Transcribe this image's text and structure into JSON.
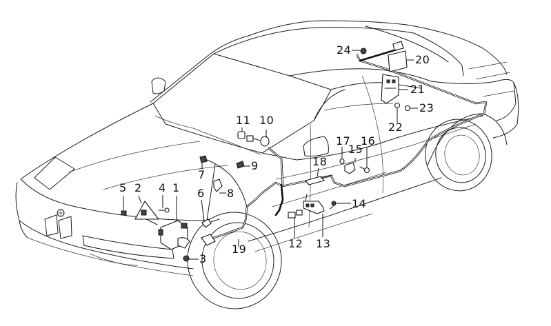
{
  "diagram": {
    "subject": "Car body exploded parts view with wiring harness",
    "ink_color": "#111111",
    "background": "#ffffff",
    "callouts": [
      {
        "id": "1",
        "label": "1"
      },
      {
        "id": "2",
        "label": "2"
      },
      {
        "id": "3",
        "label": "3"
      },
      {
        "id": "4",
        "label": "4"
      },
      {
        "id": "5",
        "label": "5"
      },
      {
        "id": "6",
        "label": "6"
      },
      {
        "id": "7",
        "label": "7"
      },
      {
        "id": "8",
        "label": "8"
      },
      {
        "id": "9",
        "label": "9"
      },
      {
        "id": "10",
        "label": "10"
      },
      {
        "id": "11",
        "label": "11"
      },
      {
        "id": "12",
        "label": "12"
      },
      {
        "id": "13",
        "label": "13"
      },
      {
        "id": "14",
        "label": "14"
      },
      {
        "id": "15",
        "label": "15"
      },
      {
        "id": "16",
        "label": "16"
      },
      {
        "id": "17",
        "label": "17"
      },
      {
        "id": "18",
        "label": "18"
      },
      {
        "id": "19",
        "label": "19"
      },
      {
        "id": "20",
        "label": "20"
      },
      {
        "id": "21",
        "label": "21"
      },
      {
        "id": "22",
        "label": "22"
      },
      {
        "id": "23",
        "label": "23"
      },
      {
        "id": "24",
        "label": "24"
      }
    ]
  }
}
